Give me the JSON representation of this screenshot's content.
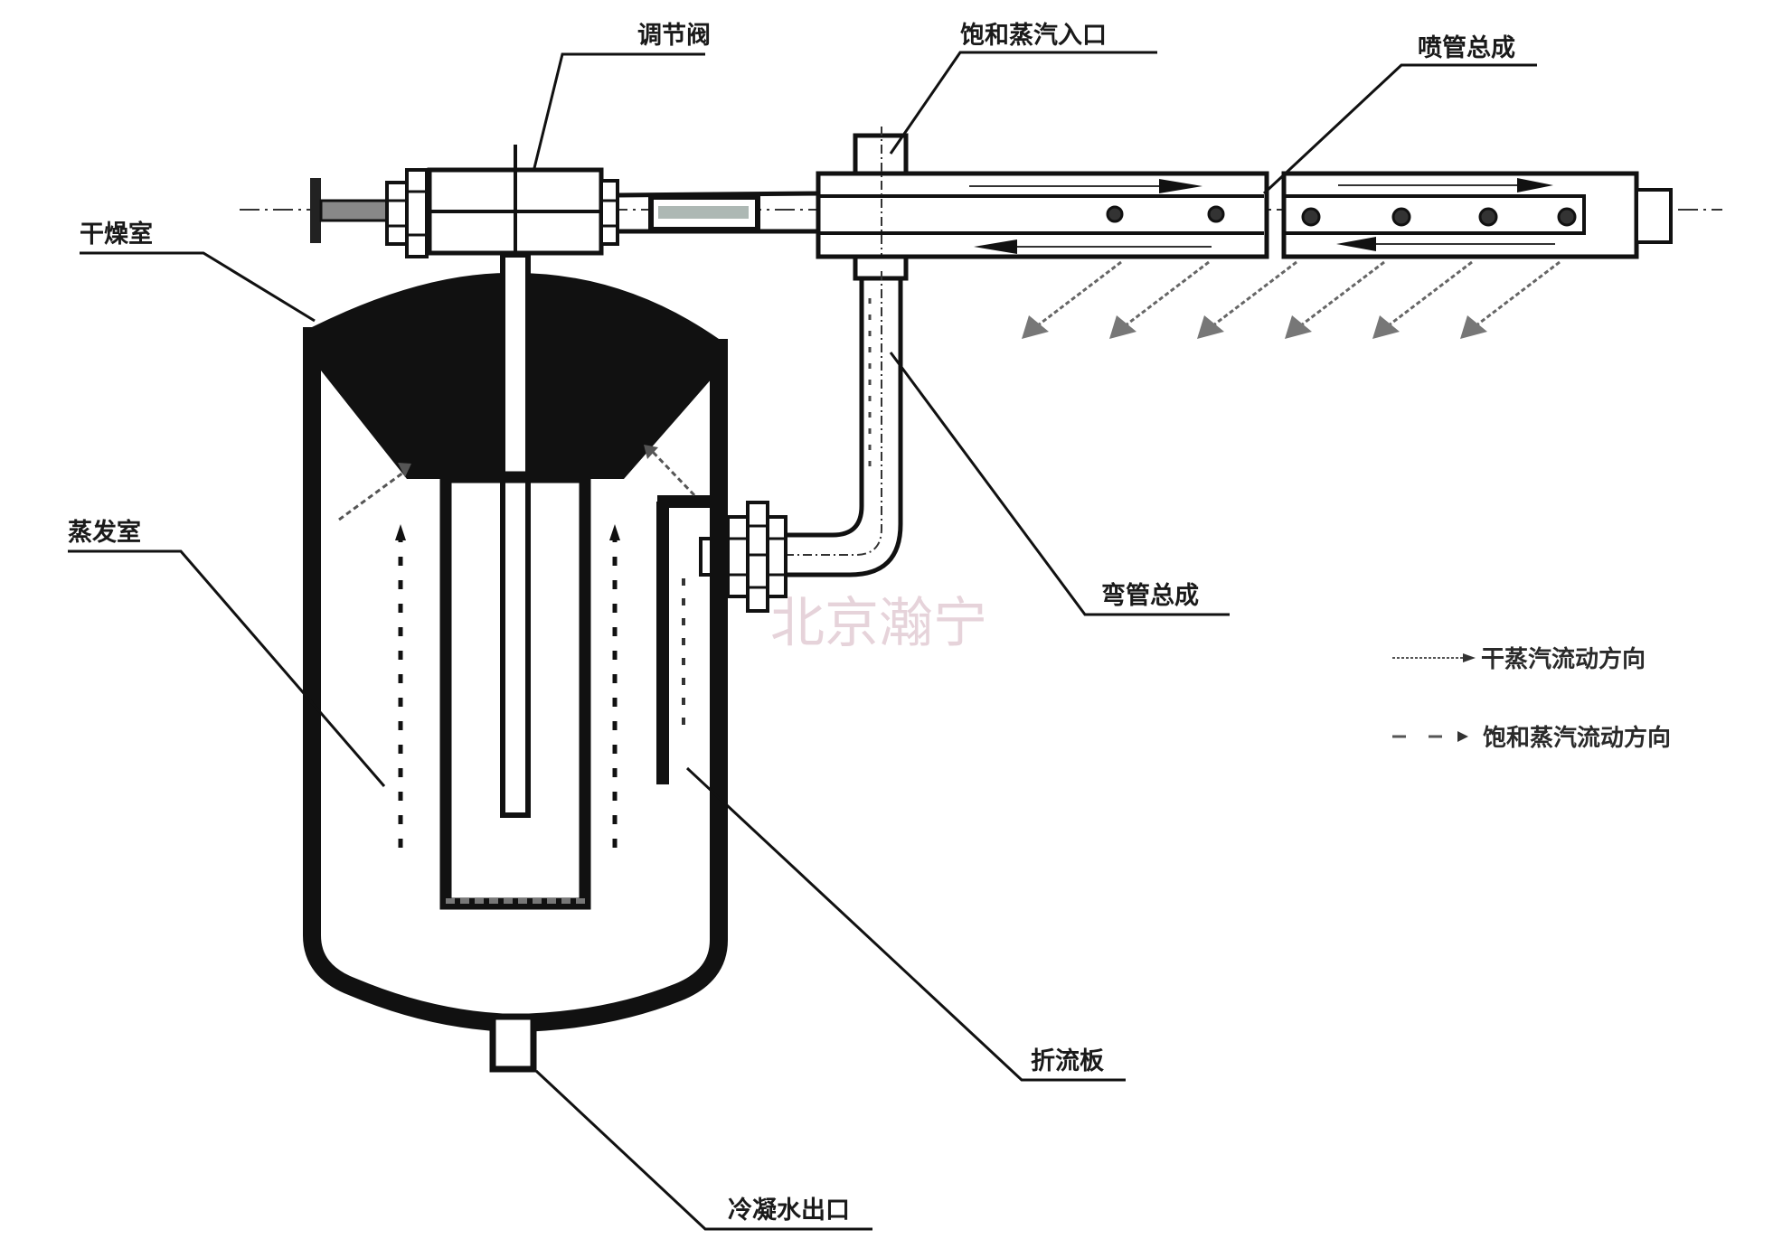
{
  "diagram": {
    "title": "Steam humidifier structure schematic",
    "colors": {
      "ink": "#111111",
      "watermark": "#e6d3da",
      "background": "#ffffff"
    },
    "labels": {
      "regulating_valve": "调节阀",
      "saturated_steam_inlet": "饱和蒸汽入口",
      "nozzle_assembly": "喷管总成",
      "drying_chamber": "干燥室",
      "evaporation_chamber": "蒸发室",
      "elbow_assembly": "弯管总成",
      "baffle_plate": "折流板",
      "condensate_outlet": "冷凝水出口"
    },
    "legend": [
      {
        "line_style": "solid-fine",
        "label": "干蒸汽流动方向"
      },
      {
        "line_style": "dashed",
        "label": "饱和蒸汽流动方向"
      }
    ],
    "watermark": "北京瀚宁",
    "nozzle_holes": {
      "left_tube": 2,
      "right_tube": 4
    },
    "spray_arrows": 6
  }
}
